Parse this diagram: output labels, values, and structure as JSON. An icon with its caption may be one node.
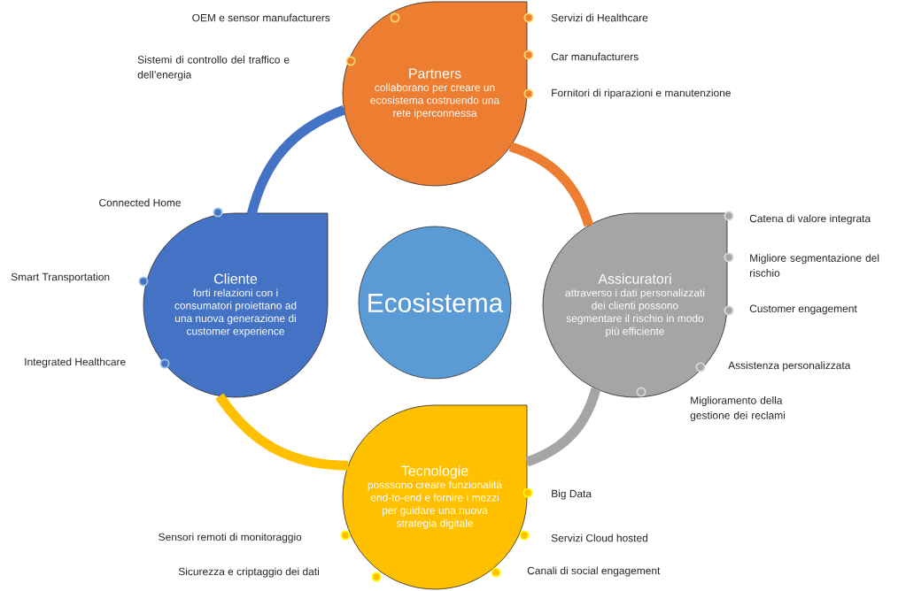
{
  "diagram": {
    "nodes": [
      {
        "text": [
          "Partners",
          "collaborano per creare un ecosistema costruendo una rete iperconnessa"
        ],
        "beside": [
          "OEM e sensor manufacturers",
          "Servizi di Healthcare",
          "Sistemi di controllo del traffico e dell’energia",
          "Car manufacturers",
          "Fornitori di riparazioni e manutenzione"
        ]
      },
      {
        "text": [
          "Cliente",
          "forti relazioni con i consumatori proiettano ad una nuova generazione di customer experience"
        ],
        "beside": [
          "Connected Home",
          "Smart Transportation",
          "Integrated Healthcare"
        ]
      },
      {
        "text": [
          "Ecosistema"
        ]
      },
      {
        "text": [
          "Assicuratori",
          "attraverso i dati personalizzati dei clienti possono segmentare il rischio in modo più efficiente"
        ],
        "beside": [
          "Catena di valore integrata",
          "Migliore segmentazione del rischio",
          "Customer engagement",
          "Assistenza personalizzata",
          "Miglioramento della gestione dei reclami"
        ]
      },
      {
        "text": [
          "Tecnologie",
          "posssono creare funzionalità end-to-end e fornire i mezzi per guidare una nuova strategia digitale"
        ],
        "beside": [
          "Big Data",
          "Sensori remoti di monitoraggio",
          "Servizi Cloud hosted",
          "Canali di social engagement",
          "Sicurezza e criptaggio dei dati"
        ]
      }
    ],
    "edges": [
      {
        "from": 1,
        "to": 0,
        "arrow": "none",
        "color": "#4472c4"
      },
      {
        "from": 0,
        "to": 3,
        "arrow": "none",
        "color": "#ed7d31"
      },
      {
        "from": 3,
        "to": 4,
        "arrow": "none",
        "color": "#a5a5a5"
      },
      {
        "from": 4,
        "to": 1,
        "arrow": "none",
        "color": "#ffc000"
      }
    ]
  }
}
